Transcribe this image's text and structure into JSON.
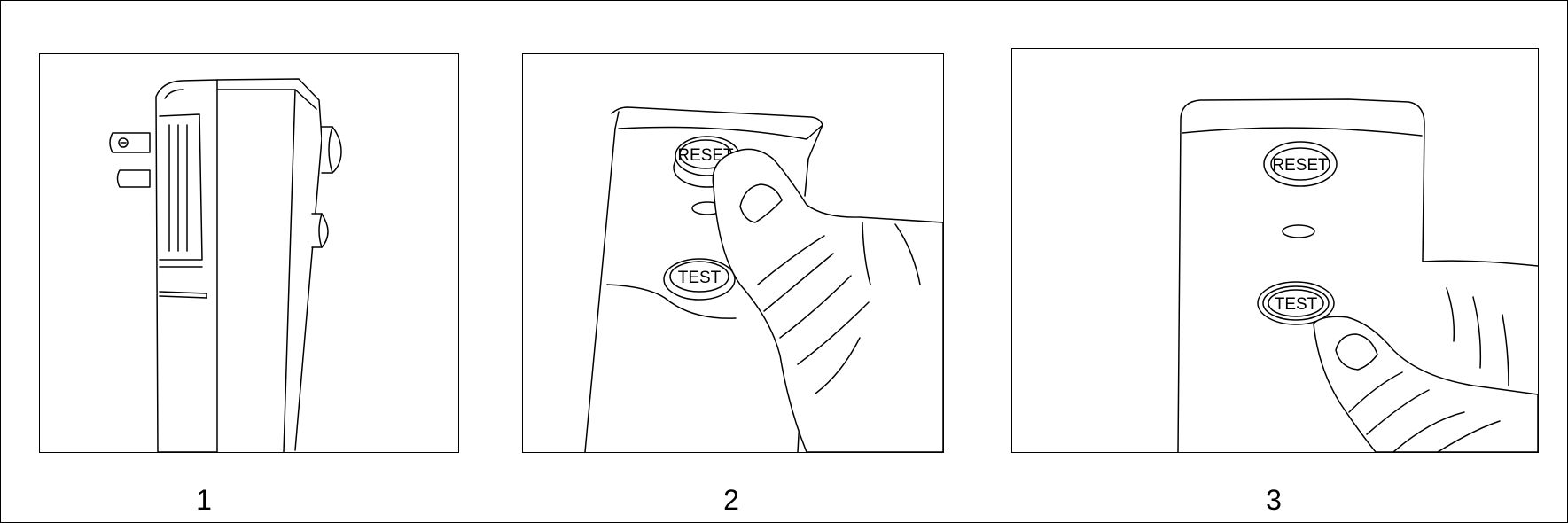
{
  "steps": [
    {
      "number": "1"
    },
    {
      "number": "2",
      "buttons": {
        "reset": "RESET",
        "test": "TEST"
      }
    },
    {
      "number": "3",
      "buttons": {
        "reset": "RESET",
        "test": "TEST"
      }
    }
  ]
}
